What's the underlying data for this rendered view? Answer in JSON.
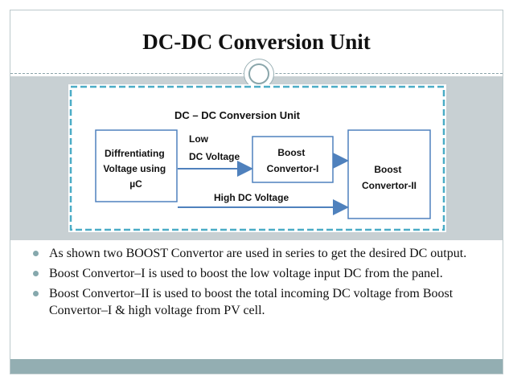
{
  "slide": {
    "title": "DC-DC Conversion Unit"
  },
  "diagram": {
    "heading": "DC – DC Conversion Unit",
    "block_left_lines": [
      "Diffrentiating",
      "Voltage using",
      "µC"
    ],
    "block_mid_lines": [
      "Boost",
      "Convertor-I"
    ],
    "block_right_lines": [
      "Boost",
      "Convertor-II"
    ],
    "arrow_low_lines": [
      "Low",
      "DC Voltage"
    ],
    "arrow_high_label": "High DC Voltage",
    "colors": {
      "box_border": "#4f81bd",
      "frame_border": "#4bacc6",
      "text": "#111111"
    }
  },
  "bullets": [
    "As shown two BOOST Convertor are used in series to get the desired DC output.",
    "Boost Convertor–I is used to boost the low voltage input DC from the panel.",
    "Boost Convertor–II is used to boost the total incoming DC voltage from Boost Convertor–I & high voltage from PV cell."
  ]
}
